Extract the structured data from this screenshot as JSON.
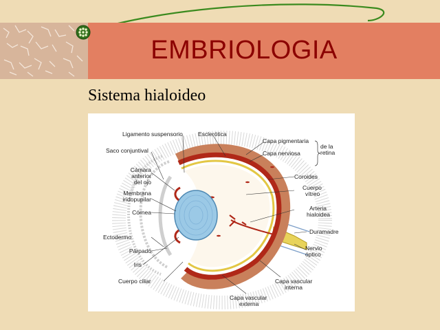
{
  "slide": {
    "title": "EMBRIOLOGIA",
    "subtitle": "Sistema hialoideo"
  },
  "diagram": {
    "labels": {
      "ligamento_suspensorio": "Ligamento suspensorio",
      "esclerotica": "Esclerótica",
      "capa_pigmentaria": "Capa pigmentaria",
      "de_la_retina_1": "de la",
      "de_la_retina_2": "retina",
      "capa_nerviosa": "Capa nerviosa",
      "saco_conjuntival": "Saco conjuntival",
      "camara_1": "Cámara",
      "camara_2": "anterior",
      "camara_3": "del ojo",
      "coroides": "Coroides",
      "cuerpo_vitreo_1": "Cuerpo",
      "cuerpo_vitreo_2": "vítreo",
      "membrana_1": "Membrana",
      "membrana_2": "iridopupilar",
      "arteria_1": "Arteria",
      "arteria_2": "hialoidea",
      "cornea": "Córnea",
      "duramadre": "Duramadre",
      "ectodermo": "Ectodermo",
      "nervio_1": "Nervio",
      "nervio_2": "óptico",
      "parpado": "Párpado",
      "iris": "Iris",
      "cuerpo_ciliar": "Cuerpo ciliar",
      "capa_vascular_interna_1": "Capa vascular",
      "capa_vascular_interna_2": "interna",
      "capa_vascular_externa_1": "Capa vascular",
      "capa_vascular_externa_2": "externa"
    }
  },
  "colors": {
    "banner": "#e37f61",
    "title": "#8b0000",
    "background": "#efdcb5",
    "swoosh": "#3a8a1e"
  }
}
